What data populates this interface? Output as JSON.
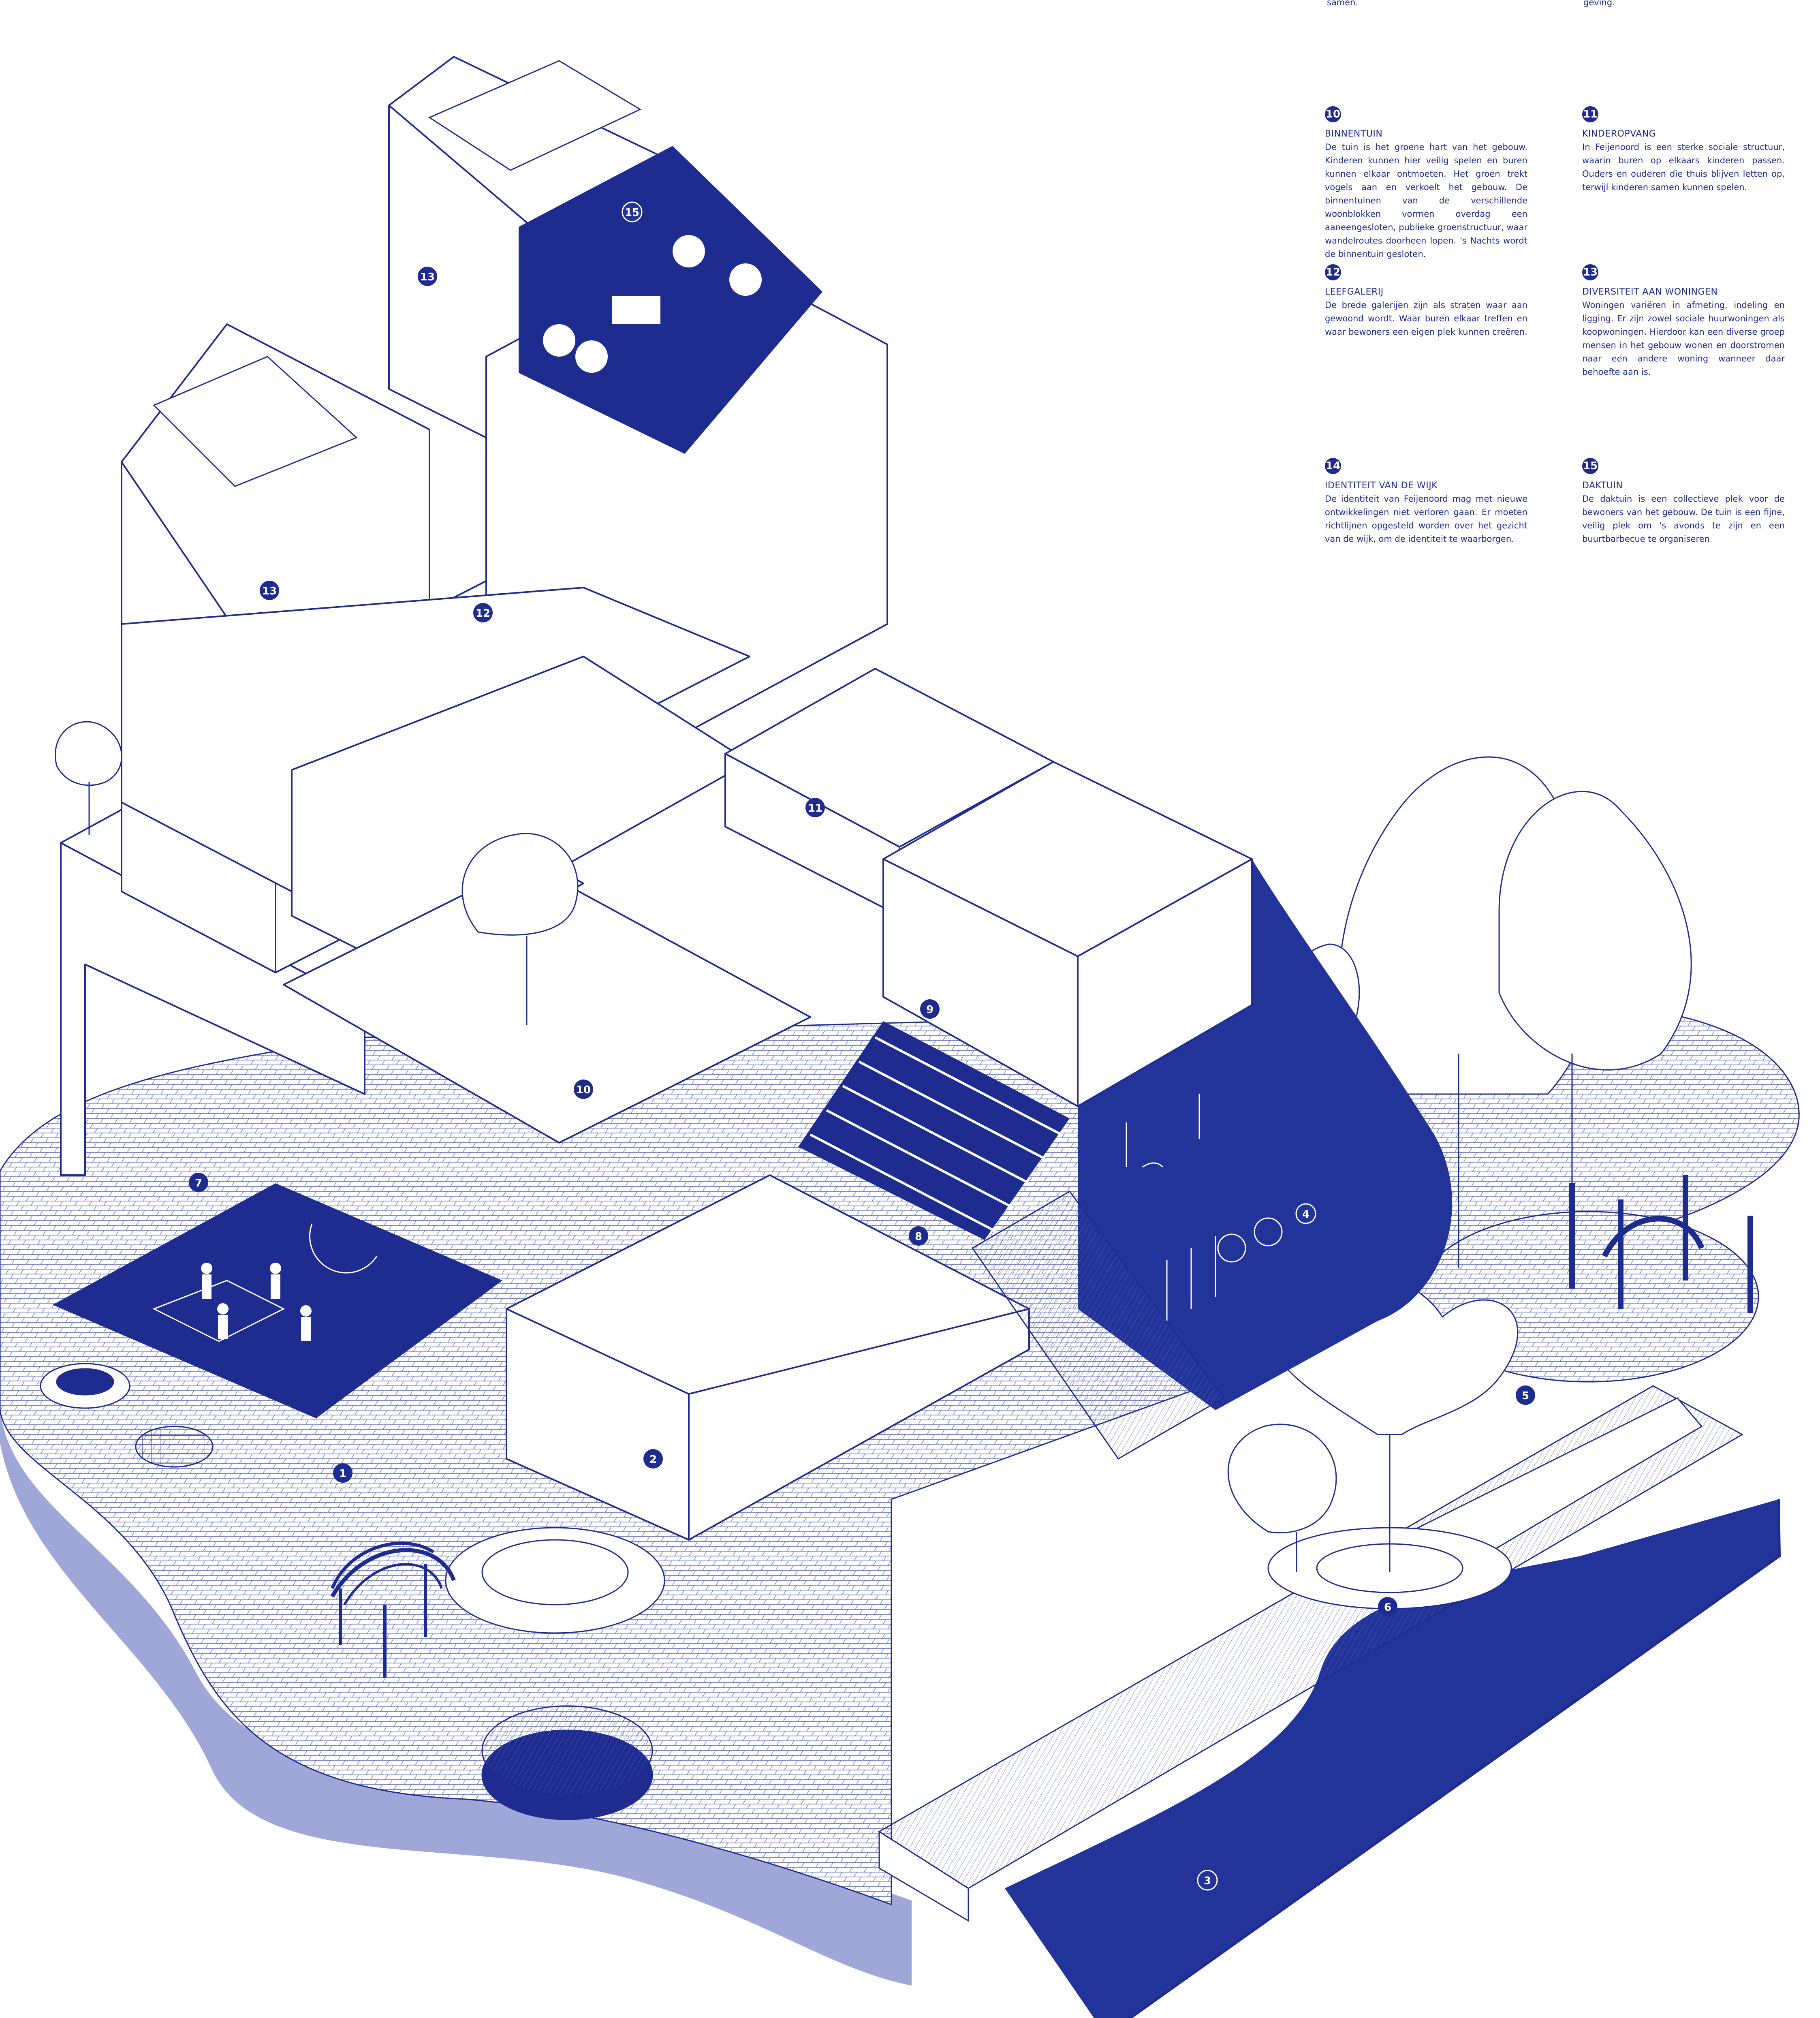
{
  "colors": {
    "blue": "#1e2b8f",
    "deep": "#223399",
    "light": "#9ea7d8",
    "paper": "#ffffff"
  },
  "top_fragments": [
    "samen.",
    "geving."
  ],
  "legend": [
    {
      "num": "10",
      "title": "BINNENTUIN",
      "text": "De tuin is het groene hart van het gebouw. Kinderen kunnen hier veilig spelen en buren kunnen elkaar ontmoeten. Het groen trekt vogels aan en verkoelt het gebouw. De binnentuinen van de verschillende woonblokken vormen overdag een aaneengesloten, publieke groenstructuur, waar wandelroutes doorheen lopen. 's Nachts wordt de binnentuin gesloten."
    },
    {
      "num": "11",
      "title": "KINDEROPVANG",
      "text": "In Feijenoord is een sterke sociale structuur, waarin buren op elkaars kinderen passen. Ouders en ouderen die thuis blijven letten op, terwijl kinderen samen kunnen spelen."
    },
    {
      "num": "12",
      "title": "LEEFGALERIJ",
      "text": "De brede galerijen zijn als straten waar aan gewoond wordt. Waar buren elkaar treffen en waar bewoners een eigen plek kunnen creëren."
    },
    {
      "num": "13",
      "title": "DIVERSITEIT AAN WONINGEN",
      "text": "Woningen variëren in afmeting, indeling en ligging. Er zijn zowel sociale huurwoningen als koopwoningen. Hierdoor kan een diverse groep mensen in het gebouw wonen en doorstromen naar een andere woning wanneer daar behoefte aan is."
    },
    {
      "num": "14",
      "title": "IDENTITEIT VAN DE WIJK",
      "text": "De identiteit van Feijenoord mag met nieuwe ontwikkelingen niet verloren gaan. Er moeten richtlijnen opgesteld worden over het gezicht van de wijk, om de identiteit te waarborgen."
    },
    {
      "num": "15",
      "title": "DAKTUIN",
      "text": "De daktuin is een collectieve plek voor de bewoners van het gebouw. De tuin is een fijne, veilig plek om 's avonds te zijn en een buurtbarbecue te organiseren"
    }
  ],
  "markers": [
    "1",
    "2",
    "3",
    "4",
    "5",
    "6",
    "7",
    "8",
    "9",
    "10",
    "11",
    "12",
    "13",
    "13",
    "15"
  ]
}
